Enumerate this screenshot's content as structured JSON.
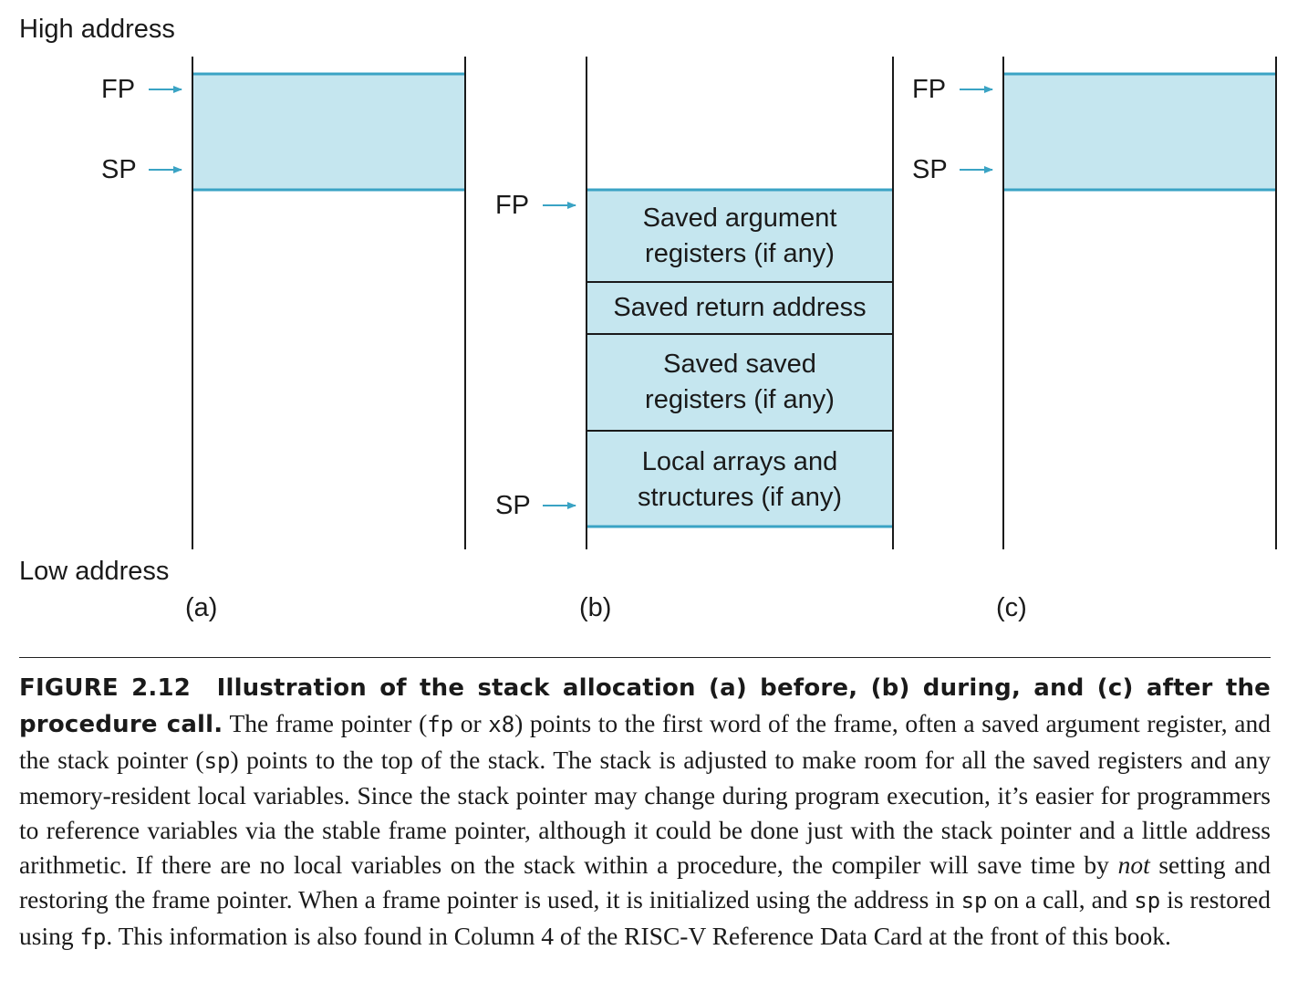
{
  "labels": {
    "high_address": "High address",
    "low_address": "Low address"
  },
  "pointers": {
    "fp": "FP",
    "sp": "SP"
  },
  "panels": [
    {
      "id": "a",
      "caption": "(a)"
    },
    {
      "id": "b",
      "caption": "(b)",
      "blocks": [
        "Saved argument\nregisters (if any)",
        "Saved return address",
        "Saved saved\nregisters (if any)",
        "Local arrays and\nstructures (if any)"
      ]
    },
    {
      "id": "c",
      "caption": "(c)"
    }
  ],
  "colors": {
    "frame_fill": "#c5e6ef",
    "frame_edge": "#3aa3c4",
    "arrow": "#3aa3c4",
    "line": "#1a1a1a"
  },
  "figure": {
    "label": "FIGURE 2.12",
    "title": "Illustration of the stack allocation (a) before, (b) during, and (c) after the procedure call.",
    "body_parts": [
      {
        "t": "text",
        "v": " The frame pointer ("
      },
      {
        "t": "mono",
        "v": "fp"
      },
      {
        "t": "text",
        "v": " or "
      },
      {
        "t": "mono",
        "v": "x8"
      },
      {
        "t": "text",
        "v": ") points to the first word of the frame, often a saved argument register, and the stack pointer ("
      },
      {
        "t": "mono",
        "v": "sp"
      },
      {
        "t": "text",
        "v": ") points to the top of the stack. The stack is adjusted to make room for all the saved registers and any memory-resident local variables. Since the stack pointer may change during program execution, it’s easier for programmers to reference variables via the stable frame pointer, although it could be done just with the stack pointer and a little address arithmetic. If there are no local variables on the stack within a procedure, the compiler will save time by "
      },
      {
        "t": "em",
        "v": "not"
      },
      {
        "t": "text",
        "v": " setting and restoring the frame pointer. When a frame pointer is used, it is initialized using the address in "
      },
      {
        "t": "mono",
        "v": "sp"
      },
      {
        "t": "text",
        "v": " on a call, and "
      },
      {
        "t": "mono",
        "v": "sp"
      },
      {
        "t": "text",
        "v": " is restored using "
      },
      {
        "t": "mono",
        "v": "fp"
      },
      {
        "t": "text",
        "v": ". This information is also found in Column 4 of the RISC-V Reference Data Card at the front of this book."
      }
    ]
  }
}
